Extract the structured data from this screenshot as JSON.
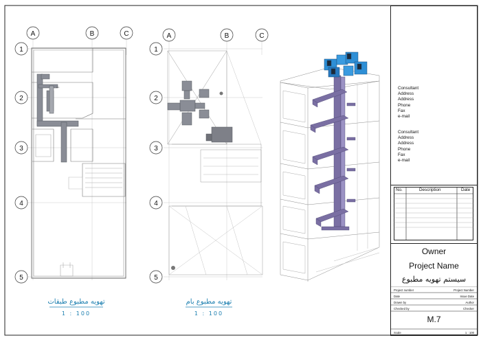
{
  "plans": [
    {
      "caption": "تهویه مطبوع طبقات",
      "scale": "1 : 100",
      "columns": [
        "A",
        "B",
        "C"
      ],
      "rows": [
        "1",
        "2",
        "3",
        "4",
        "5"
      ]
    },
    {
      "caption": "تهویه مطبوع بام",
      "scale": "1 : 100",
      "columns": [
        "A",
        "B",
        "C"
      ],
      "rows": [
        "1",
        "2",
        "3",
        "4",
        "5"
      ]
    }
  ],
  "titleblock": {
    "consultant1": [
      "Consultant",
      "Address",
      "Address",
      "Phone",
      "Fax",
      "e-mail"
    ],
    "consultant2": [
      "Consultant",
      "Address",
      "Address",
      "Phone",
      "Fax",
      "e-mail"
    ],
    "rev_headers": {
      "no": "No.",
      "description": "Description",
      "date": "Date"
    },
    "owner": "Owner",
    "project_name": "Project Name",
    "project_title": "سیستم تهویه مطبوع",
    "fields": [
      {
        "label": "Project number",
        "value": "Project Number"
      },
      {
        "label": "Date",
        "value": "Issue Date"
      },
      {
        "label": "Drawn by",
        "value": "Author"
      },
      {
        "label": "Checked by",
        "value": "Checker"
      }
    ],
    "sheet_number": "M.7",
    "scale_label": "Scale",
    "scale_value": "1 : 100"
  },
  "colors": {
    "duct": "#8a8d96",
    "annot": "#1c7fb0",
    "pipe3d": "#7a6fa3",
    "unit3d": "#2e8fd6"
  }
}
